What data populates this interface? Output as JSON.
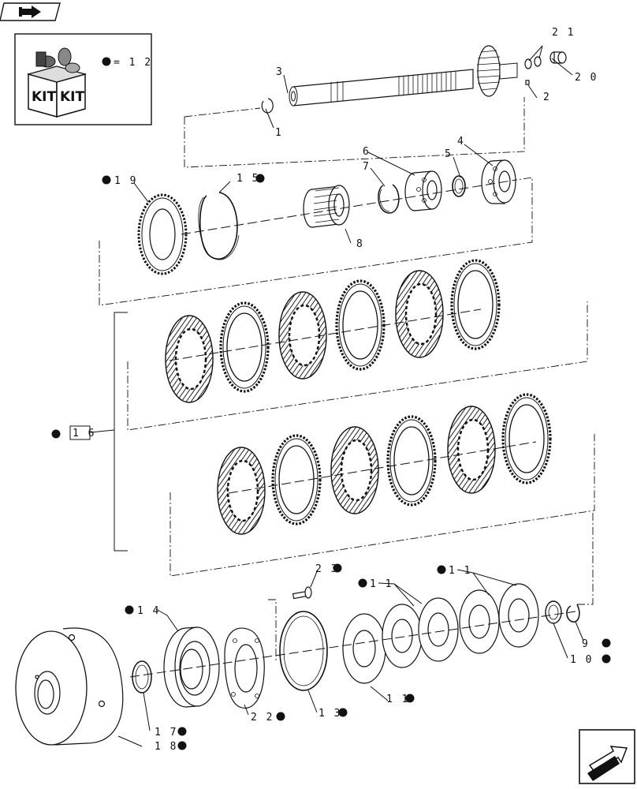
{
  "window": {
    "title": ""
  },
  "nav": {
    "top_icon": "book-arrow-icon",
    "bottom_icon": "next-page-arrow-icon"
  },
  "kit_box": {
    "icon": "kit-parts-icon",
    "kit_label_left": "KIT",
    "kit_label_right": "KIT",
    "legend_text": "= 1 2"
  },
  "callouts": {
    "p1": "1",
    "p2": "2",
    "p3": "3",
    "p4": "4",
    "p5": "5",
    "p6": "6",
    "p7": "7",
    "p8": "8",
    "p9": "9",
    "p10": "1 0",
    "p11a": "1 1",
    "p11b": "1 1",
    "p11c": "1 1",
    "p13": "1 3",
    "p14": "1 4",
    "p15": "1 5",
    "p16": "1 6",
    "p17": "1 7",
    "p18": "1 8",
    "p19": "1 9",
    "p20": "2 0",
    "p21": "2 1",
    "p22": "2 2",
    "p23": "2 3"
  },
  "colors": {
    "line": "#111111",
    "background": "#ffffff",
    "friction_fill": "#555555"
  }
}
